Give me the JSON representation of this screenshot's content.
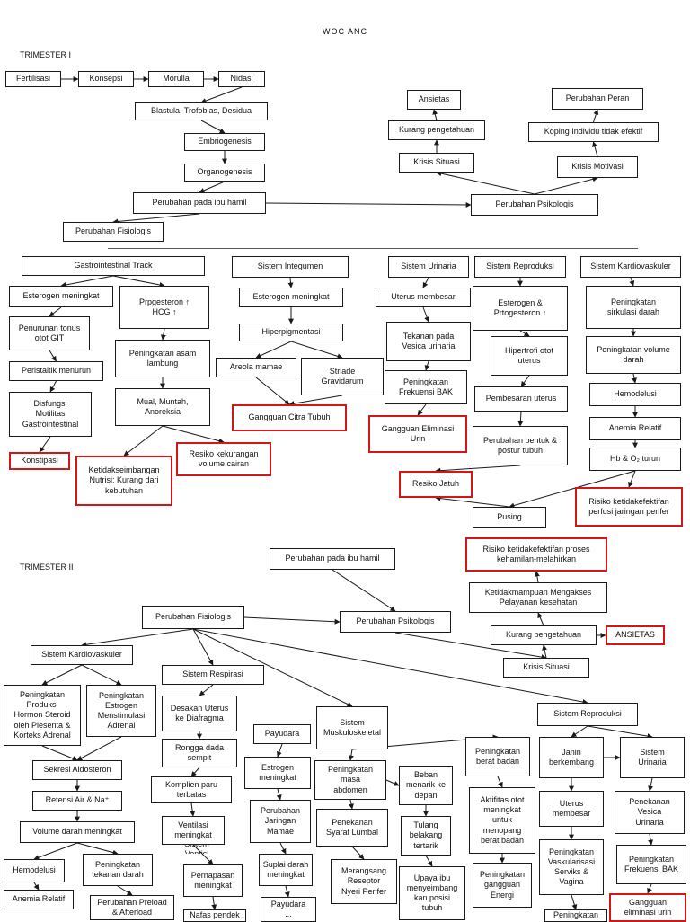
{
  "title": "WOC ANC",
  "trimester1_label": "TRIMESTER I",
  "trimester2_label": "TRIMESTER II",
  "nodes": {
    "fertilisasi": "Fertilisasi",
    "konsepsi": "Konsepsi",
    "morulla": "Morulla",
    "nidasi": "Nidasi",
    "blastula": "Blastula, Trofoblas, Desidua",
    "embriogenesis": "Embriogenesis",
    "organogenesis": "Organogenesis",
    "perubahan_ibu1": "Perubahan pada ibu hamil",
    "perubahan_fisiologis1": "Perubahan Fisiologis",
    "perubahan_psikologis1": "Perubahan Psikologis",
    "ansietas1": "Ansietas",
    "kurang_peng1": "Kurang pengetahuan",
    "krisis_situasi1": "Krisis Situasi",
    "perubahan_peran": "Perubahan Peran",
    "koping": "Koping Individu tidak efektif",
    "krisis_motivasi": "Krisis Motivasi",
    "gastro_track": "Gastrointestinal Track",
    "esterogen_git": "Esterogen meningkat",
    "prog_hcg": "Prpgesteron ↑\nHCG ↑",
    "penurunan_tonus": "Penurunan tonus\notot GIT",
    "peristaltik": "Peristaltik menurun",
    "disfungsi": "Disfungsi\nMotilitas\nGastrointestinal",
    "konstipasi": "Konstipasi",
    "asam_lambung": "Peningkatan asam\nlambung",
    "mual": "Mual, Muntah,\nAnoreksia",
    "ketidakseimbangan": "Ketidakseimbangan\nNutrisi: Kurang dari\nkebutuhan",
    "resiko_cairan": "Resiko kekurangan\nvolume cairan",
    "sis_integumen": "Sistem Integumen",
    "esterogen_int": "Esterogen meningkat",
    "hiperpigmentasi": "Hiperpigmentasi",
    "areola": "Areola mamae",
    "striade": "Striade\nGravidarum",
    "citra_tubuh": "Gangguan Citra Tubuh",
    "sis_urinaria1": "Sistem Urinaria",
    "uterus_besar1": "Uterus membesar",
    "tekanan_vesica": "Tekanan pada\nVesica urinaria",
    "frek_bak1": "Peningkatan\nFrekuensi BAK",
    "elim_urin1": "Gangguan Eliminasi\nUrin",
    "sis_reproduksi1": "Sistem Reproduksi",
    "esterogen_prog": "Esterogen &\nPrtogesteron ↑",
    "hipertrofi": "Hipertrofi otot\nuterus",
    "pembesaran_uterus": "Pembesaran uterus",
    "bentuk_postur": "Perubahan bentuk &\npostur tubuh",
    "resiko_jatuh": "Resiko Jatuh",
    "pusing": "Pusing",
    "sis_kardio1": "Sistem Kardiovaskuler",
    "sirkulasi": "Peningkatan\nsirkulasi darah",
    "volume_darah1": "Peningkatan volume\ndarah",
    "hemodelusi1": "Hemodelusi",
    "anemia1": "Anemia Relatif",
    "hb_o2": "Hb & O₂ turun",
    "perfusi": "Risiko ketidakefektifan\nperfusi jaringan perifer",
    "perubahan_ibu2": "Perubahan pada ibu hamil",
    "perubahan_fisiologis2": "Perubahan Fisiologis",
    "perubahan_psikologis2": "Perubahan Psikologis",
    "resiko_proses": "Risiko ketidakefektifan proses\nkehamilan-melahirkan",
    "ketidakmampuan": "Ketidakmampuan Mengakses\nPelayanan kesehatan",
    "kurang_peng2": "Kurang pengetahuan",
    "ansietas2": "ANSIETAS",
    "krisis_situasi2": "Krisis Situasi",
    "sis_kardio2": "Sistem Kardiovaskuler",
    "produksi_hormon": "Peningkatan\nProduksi\nHormon Steroid\noleh Plesenta &\nKorteks Adrenal",
    "estrogen_adrenal": "Peningkatan\nEstrogen\nMenstimulasi\nAdrenal",
    "aldosteron": "Sekresi Aldosteron",
    "retensi": "Retensi Air & Na⁺",
    "volume_darah2": "Volume darah meningkat",
    "hemodelusi2": "Hemodelusi",
    "tekanan_darah": "Peningkatan\ntekanan darah",
    "anemia2": "Anemia Relatif",
    "preload": "Perubahan Preload\n& Afterload",
    "sis_respirasi": "Sistem Respirasi",
    "desakan_uterus": "Desakan Uterus\nke Diafragma",
    "rongga_dada": "Rongga dada\nsempit",
    "komplien_paru": "Komplien paru\nterbatas",
    "ventilasi": "Ventilasi\nmeningkat",
    "ventilasi_sub": "Sistem Ventisi",
    "pernapasan": "Pernapasan\nmeningkat",
    "nafas_pendek": "Nafas pendek",
    "payudara": "Payudara",
    "estrogen_payu": "Estrogen\nmeningkat",
    "jaringan_mamae": "Perubahan\nJaringan\nMamae",
    "suplai_darah": "Suplai darah\nmeningkat",
    "payudara2": "Payudara\n...",
    "sis_musku": "Sistem\nMuskuloskeletal",
    "masa_abdomen": "Peningkatan\nmasa\nabdomen",
    "syaraf_lumbal": "Penekanan\nSyaraf Lumbal",
    "reseptor": "Merangsang\nReseptor\nNyeri Perifer",
    "beban": "Beban\nmenarik ke\ndepan",
    "tulang": "Tulang\nbelakang\ntertarik",
    "upaya_ibu": "Upaya ibu\nmenyeimbang\nkan posisi\ntubuh",
    "berat_badan": "Peningkatan\nberat badan",
    "aktifitas": "Aktifitas otot\nmeningkat\nuntuk\nmenopang\nberat badan",
    "gangguan_energi": "Peningkatan\ngangguan\nEnergi",
    "sis_reproduksi2": "Sistem Reproduksi",
    "janin": "Janin\nberkembang",
    "uterus_besar2": "Uterus\nmembesar",
    "vaskularisasi": "Peningkatan\nVaskularisasi\nServiks &\nVagina",
    "peningkatan_bottom": "Peningkatan",
    "sis_urinaria2": "Sistem\nUrinaria",
    "penekanan_vesica": "Penekanan\nVesica\nUrinaria",
    "frek_bak2": "Peningkatan\nFrekuensi BAK",
    "elim_urin2": "Gangguan\neliminasi urin"
  },
  "colors": {
    "problem_border": "#d01818",
    "line": "#1a1a1a"
  }
}
